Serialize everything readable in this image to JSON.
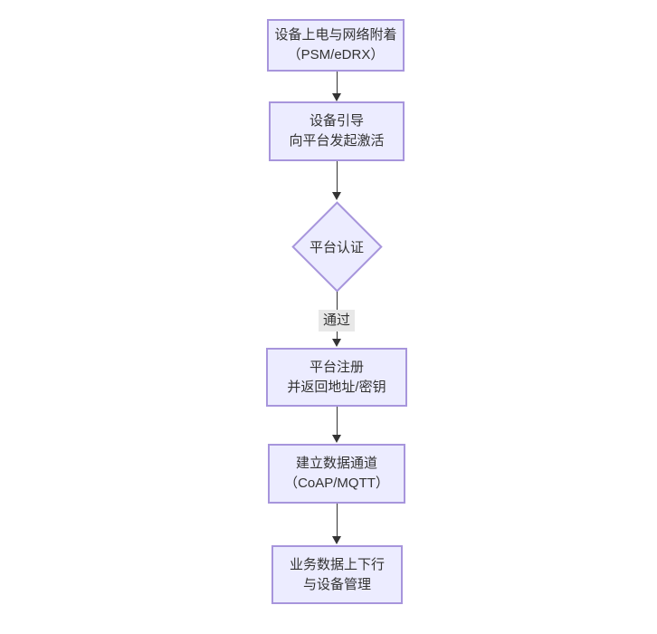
{
  "flowchart": {
    "direction": "top-down",
    "nodes": [
      {
        "id": "A",
        "type": "rect",
        "line1": "设备上电与网络附着",
        "line2": "（PSM/eDRX）"
      },
      {
        "id": "B",
        "type": "rect",
        "line1": "设备引导",
        "line2": "向平台发起激活"
      },
      {
        "id": "C",
        "type": "diamond",
        "line1": "平台认证",
        "line2": ""
      },
      {
        "id": "D",
        "type": "rect",
        "line1": "平台注册",
        "line2": "并返回地址/密钥"
      },
      {
        "id": "E",
        "type": "rect",
        "line1": "建立数据通道",
        "line2": "（CoAP/MQTT）"
      },
      {
        "id": "F",
        "type": "rect",
        "line1": "业务数据上下行",
        "line2": "与设备管理"
      }
    ],
    "edges": [
      {
        "from": "A",
        "to": "B",
        "label": ""
      },
      {
        "from": "B",
        "to": "C",
        "label": ""
      },
      {
        "from": "C",
        "to": "D",
        "label": "通过"
      },
      {
        "from": "D",
        "to": "E",
        "label": ""
      },
      {
        "from": "E",
        "to": "F",
        "label": ""
      }
    ],
    "colors": {
      "node_fill": "#ececff",
      "node_border": "#a795dc",
      "arrow": "#333333",
      "edge_label_bg": "#e8e8e8",
      "text": "#333333",
      "background": "#ffffff"
    }
  }
}
